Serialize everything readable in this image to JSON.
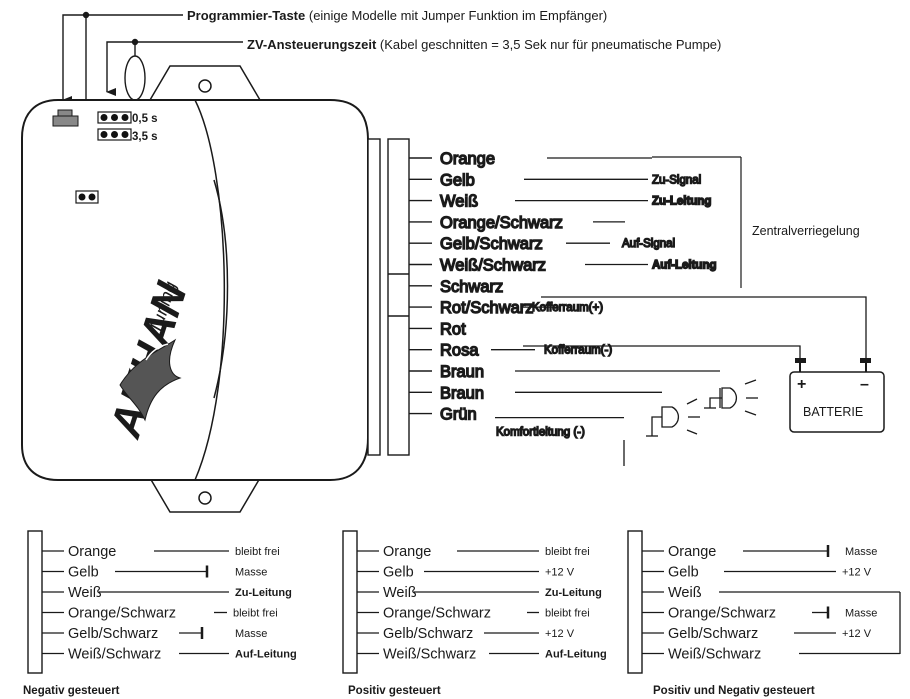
{
  "header": {
    "prog_bold": "Programmier-Taste",
    "prog_rest": " (einige Modelle mit Jumper Funktion im Empfänger)",
    "zv_bold": "ZV-Ansteuerungszeit",
    "zv_rest": " (Kabel geschnitten =  3,5 Sek nur für pneumatische Pumpe)"
  },
  "jumpers": {
    "j1": "0,5 s",
    "j2": "3,5 s"
  },
  "brand": {
    "name": "AKHAN",
    "sub": "Tuning"
  },
  "wires": [
    "Orange",
    "Gelb",
    "Weiß",
    "Orange/Schwarz",
    "Gelb/Schwarz",
    "Weiß/Schwarz",
    "Schwarz",
    "Rot/Schwarz",
    "Rot",
    "Rosa",
    "Braun",
    "Braun",
    "Grün"
  ],
  "wire_notes": {
    "zu_signal": "Zu-Signal",
    "zu_leitung": "Zu-Leitung",
    "auf_signal": "Auf-Signal",
    "auf_leitung": "Auf-Leitung",
    "zentral": "Zentralverriegelung",
    "koffer_plus": "Kofferraum(+)",
    "koffer_minus": "Kofferraum(-)",
    "komfort": "Komfortleitung (-)"
  },
  "battery": {
    "label": "BATTERIE",
    "plus": "+",
    "minus": "–"
  },
  "panels": [
    {
      "title": "Negativ gesteuert",
      "rows": [
        {
          "wire": "Orange",
          "note": "bleibt frei"
        },
        {
          "wire": "Gelb",
          "note": "Masse"
        },
        {
          "wire": "Weiß",
          "note": "Zu-Leitung"
        },
        {
          "wire": "Orange/Schwarz",
          "note": "bleibt frei"
        },
        {
          "wire": "Gelb/Schwarz",
          "note": "Masse"
        },
        {
          "wire": "Weiß/Schwarz",
          "note": "Auf-Leitung"
        }
      ]
    },
    {
      "title": "Positiv gesteuert",
      "rows": [
        {
          "wire": "Orange",
          "note": "bleibt frei"
        },
        {
          "wire": "Gelb",
          "note": "+12 V"
        },
        {
          "wire": "Weiß",
          "note": "Zu-Leitung"
        },
        {
          "wire": "Orange/Schwarz",
          "note": "bleibt frei"
        },
        {
          "wire": "Gelb/Schwarz",
          "note": "+12 V"
        },
        {
          "wire": "Weiß/Schwarz",
          "note": "Auf-Leitung"
        }
      ]
    },
    {
      "title": "Positiv und Negativ gesteuert",
      "rows": [
        {
          "wire": "Orange",
          "note": "Masse"
        },
        {
          "wire": "Gelb",
          "note": "+12 V"
        },
        {
          "wire": "Weiß",
          "note": ""
        },
        {
          "wire": "Orange/Schwarz",
          "note": "Masse"
        },
        {
          "wire": "Gelb/Schwarz",
          "note": "+12 V"
        },
        {
          "wire": "Weiß/Schwarz",
          "note": ""
        }
      ]
    }
  ]
}
